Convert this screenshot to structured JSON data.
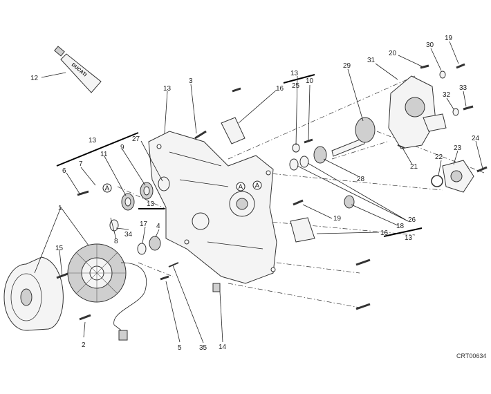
{
  "diagram": {
    "reference_code": "CRT00634",
    "tube_brand": "DUCATI",
    "callouts": [
      {
        "id": "c1",
        "text": "1"
      },
      {
        "id": "c2",
        "text": "2"
      },
      {
        "id": "c3",
        "text": "3"
      },
      {
        "id": "c4",
        "text": "4"
      },
      {
        "id": "c5",
        "text": "5"
      },
      {
        "id": "c6",
        "text": "6"
      },
      {
        "id": "c7",
        "text": "7"
      },
      {
        "id": "c8",
        "text": "8"
      },
      {
        "id": "c9",
        "text": "9"
      },
      {
        "id": "c10",
        "text": "10"
      },
      {
        "id": "c11",
        "text": "11"
      },
      {
        "id": "c12",
        "text": "12"
      },
      {
        "id": "c13a",
        "text": "13"
      },
      {
        "id": "c13b",
        "text": "13"
      },
      {
        "id": "c13c",
        "text": "13"
      },
      {
        "id": "c13d",
        "text": "13"
      },
      {
        "id": "c13e",
        "text": "13"
      },
      {
        "id": "c14",
        "text": "14"
      },
      {
        "id": "c15",
        "text": "15"
      },
      {
        "id": "c16a",
        "text": "16"
      },
      {
        "id": "c16b",
        "text": "16"
      },
      {
        "id": "c17",
        "text": "17"
      },
      {
        "id": "c18",
        "text": "18"
      },
      {
        "id": "c19a",
        "text": "19"
      },
      {
        "id": "c19b",
        "text": "19"
      },
      {
        "id": "c20",
        "text": "20"
      },
      {
        "id": "c21",
        "text": "21"
      },
      {
        "id": "c22",
        "text": "22"
      },
      {
        "id": "c23",
        "text": "23"
      },
      {
        "id": "c24",
        "text": "24"
      },
      {
        "id": "c25",
        "text": "25"
      },
      {
        "id": "c26",
        "text": "26"
      },
      {
        "id": "c27",
        "text": "27"
      },
      {
        "id": "c28",
        "text": "28"
      },
      {
        "id": "c29",
        "text": "29"
      },
      {
        "id": "c30",
        "text": "30"
      },
      {
        "id": "c31",
        "text": "31"
      },
      {
        "id": "c32",
        "text": "32"
      },
      {
        "id": "c33",
        "text": "33"
      },
      {
        "id": "c34",
        "text": "34"
      },
      {
        "id": "c35",
        "text": "35"
      }
    ],
    "markers": [
      "A",
      "A",
      "A"
    ]
  }
}
